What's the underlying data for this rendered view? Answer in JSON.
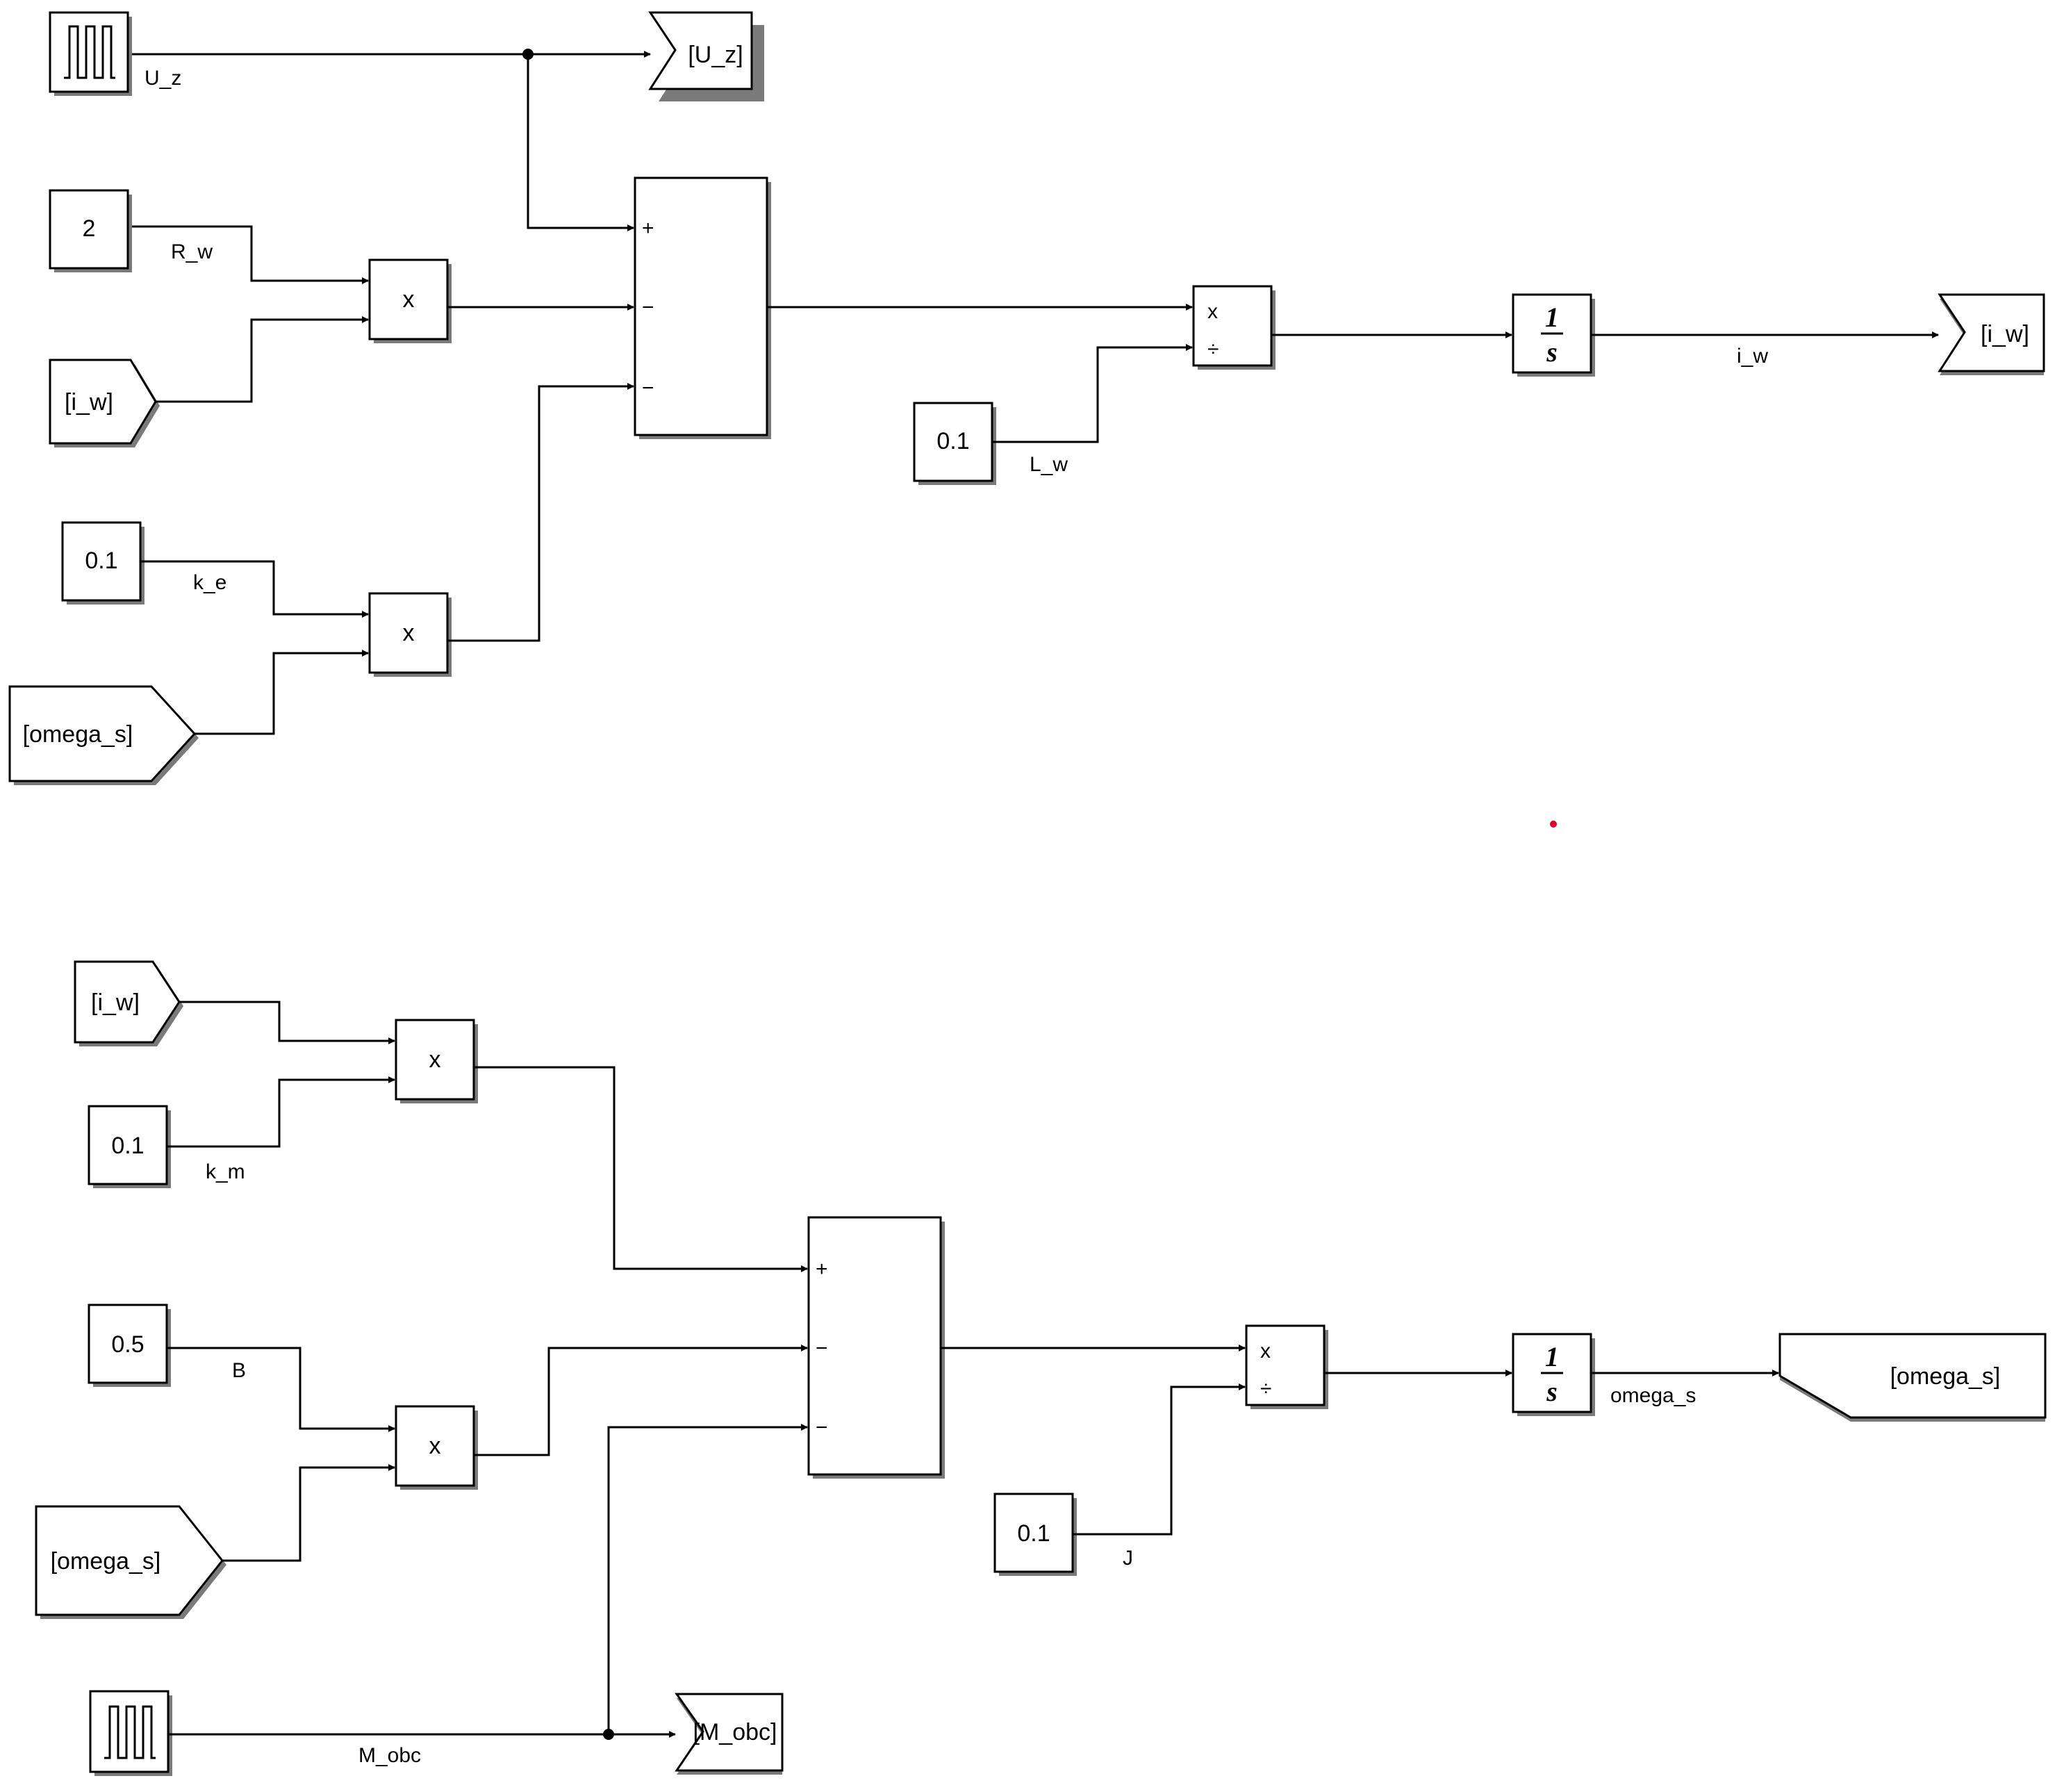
{
  "colors": {
    "line": "#000000",
    "block_fill": "#ffffff",
    "shadow": "#7a7a7a",
    "marker": "#e0002b"
  },
  "constants": {
    "R_w": "2",
    "k_e": "0.1",
    "L_w": "0.1",
    "k_m": "0.1",
    "B": "0.5",
    "J": "0.1"
  },
  "signals": {
    "U_z": "U_z",
    "R_w": "R_w",
    "k_e": "k_e",
    "L_w": "L_w",
    "i_w": "i_w",
    "k_m": "k_m",
    "B": "B",
    "J": "J",
    "omega_s": "omega_s",
    "M_obc": "M_obc"
  },
  "tags": {
    "goto_U_z": "[U_z]",
    "from_i_w_top": "[i_w]",
    "from_omega_s_top": "[omega_s]",
    "goto_i_w": "[i_w]",
    "from_i_w_bottom": "[i_w]",
    "from_omega_s_bottom": "[omega_s]",
    "goto_omega_s": "[omega_s]",
    "goto_M_obc": "[M_obc]"
  },
  "ops": {
    "mult": "x",
    "div": "÷",
    "plus": "+",
    "minus": "−",
    "integrator_num": "1",
    "integrator_den": "s"
  }
}
